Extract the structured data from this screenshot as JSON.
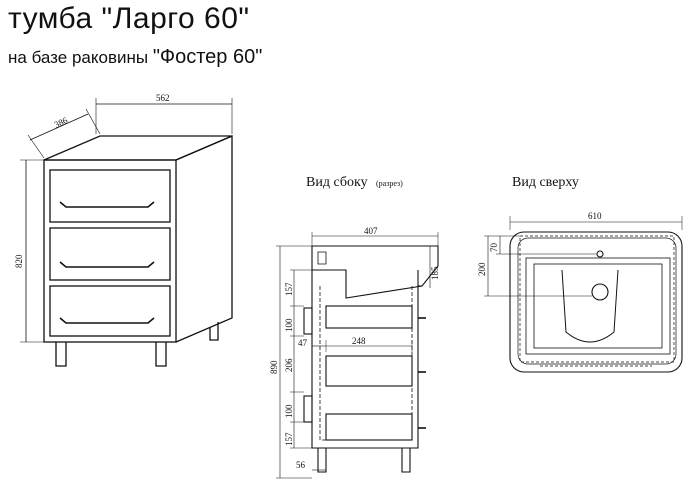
{
  "title": "тумба \"Ларго 60\"",
  "subtitle": {
    "prefix": "на базе раковины ",
    "name": "\"Фостер 60\""
  },
  "views": {
    "side_label": "Вид сбоку",
    "side_note": "(разрез)",
    "top_label": "Вид сверху"
  },
  "dimensions": {
    "front_width": "562",
    "front_depth": "386",
    "front_height": "820",
    "side_depth": "407",
    "side_basin": "185",
    "side_top": "157",
    "side_drawer_1": "100",
    "side_offset": "47",
    "side_inner": "248",
    "side_total": "890",
    "side_middle": "206",
    "side_drawer_2": "100",
    "side_bottom": "157",
    "side_foot": "56",
    "top_width": "610",
    "top_depth": "200",
    "top_small": "70"
  }
}
